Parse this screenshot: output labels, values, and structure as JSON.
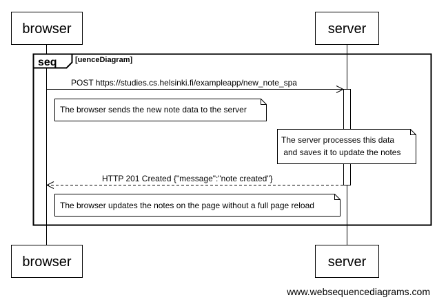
{
  "diagram": {
    "participants": {
      "browser": "browser",
      "server": "server"
    },
    "frame": {
      "keyword": "seq",
      "label": "[uenceDiagram]"
    },
    "messages": {
      "post": "POST https://studies.cs.helsinki.fi/exampleapp/new_note_spa",
      "response": "HTTP 201 Created {\"message\":\"note created\"}"
    },
    "notes": {
      "browser_sends": "The browser sends the new note data to the server",
      "server_processes_line1": "The server processes this data",
      "server_processes_line2": " and saves it to update the notes",
      "browser_updates": "The browser updates the notes on the page without a full page reload"
    },
    "watermark": "www.websequencediagrams.com"
  }
}
